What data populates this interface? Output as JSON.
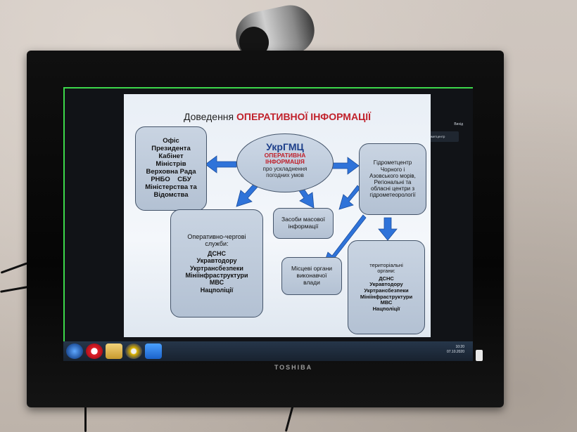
{
  "tv": {
    "brand": "TOSHIBA"
  },
  "slide": {
    "title_prefix": "Доведення",
    "title_highlight": "ОПЕРАТИВНОЇ ІНФОРМАЦІЇ",
    "center": {
      "name": "УкрГМЦ",
      "subtitle": [
        "ОПЕРАТИВНА",
        "ІНФОРМАЦІЯ"
      ],
      "detail": [
        "про ускладнення",
        "погодних умов"
      ]
    },
    "left_box": [
      "Офіс",
      "Президента",
      "Кабінет",
      "Міністрів",
      "Верховна Рада",
      "РНБО    СБУ",
      "Міністерства та",
      "Відомства"
    ],
    "right_box": [
      "Гідрометцентр",
      "Чорного і",
      "Азовського морів,",
      "Регіональні та",
      "обласні центри з",
      "гідрометеорології"
    ],
    "duty_box": {
      "heading": [
        "Оперативно-чергові",
        "служби:"
      ],
      "items": [
        "ДСНС",
        "Укравтодору",
        "Укртрансбезпеки",
        "Мініінфраструктури",
        "МВС",
        "Нацполіції"
      ]
    },
    "media_box": [
      "Засоби масової",
      "інформації"
    ],
    "local_box": [
      "Місцеві органи",
      "виконавчої",
      "влади"
    ],
    "territorial_box": {
      "heading": [
        "територіальні",
        "органи:"
      ],
      "items": [
        "ДСНС",
        "Укравтодору",
        "Укртрансбезпеки",
        "Мініінфраструктури",
        "МВС",
        "Нацполіції"
      ]
    }
  },
  "screen": {
    "notification": "Говорить: Укргідрометцентр",
    "top_right": "Вихід",
    "clock": {
      "time": "10:20",
      "date": "07.10.2020"
    }
  },
  "colors": {
    "accent_red": "#c0202a",
    "arrow_blue": "#2f73d9",
    "box_fill": "#c2cede"
  }
}
